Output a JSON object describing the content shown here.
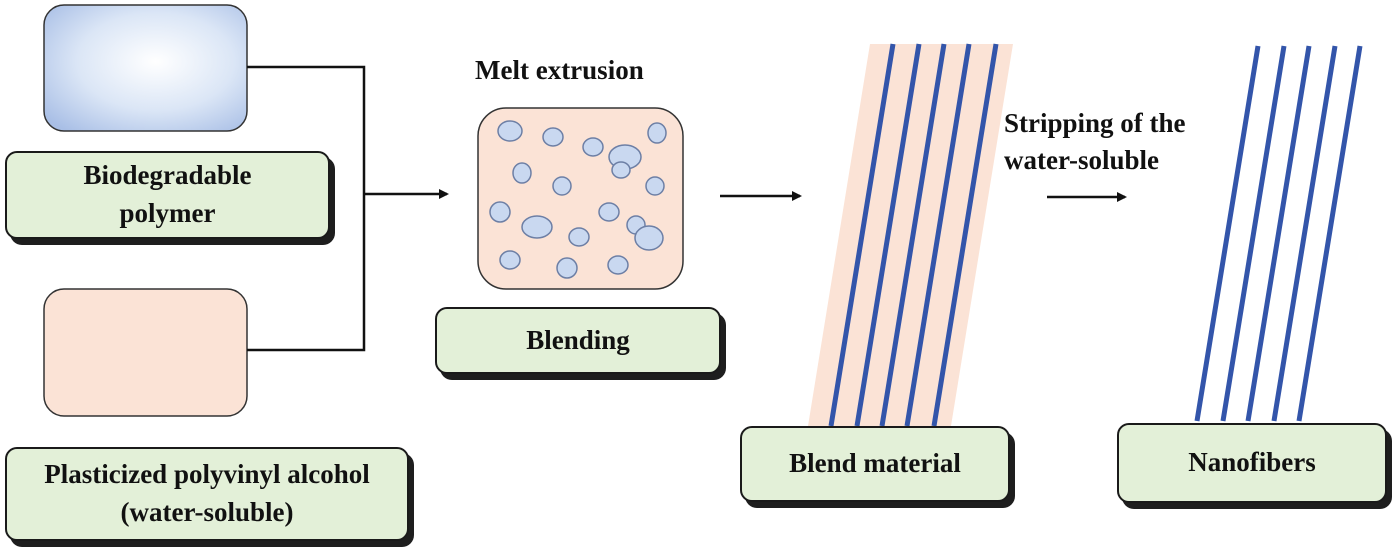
{
  "labels": {
    "biodegradable": "Biodegradable polymer",
    "pva": "Plasticized polyvinyl alcohol (water-soluble)",
    "blending": "Blending",
    "blend_material": "Blend material",
    "nanofibers": "Nanofibers"
  },
  "captions": {
    "melt_extrusion": "Melt extrusion",
    "stripping": "Stripping of the water-soluble"
  },
  "colors": {
    "biodegradable_polymer": "#a9bfe6",
    "pva_polymer": "#fbe3d6",
    "label_fill": "#e3f0d8",
    "fiber": "#3355aa",
    "bubble": "#c9d8f0"
  }
}
